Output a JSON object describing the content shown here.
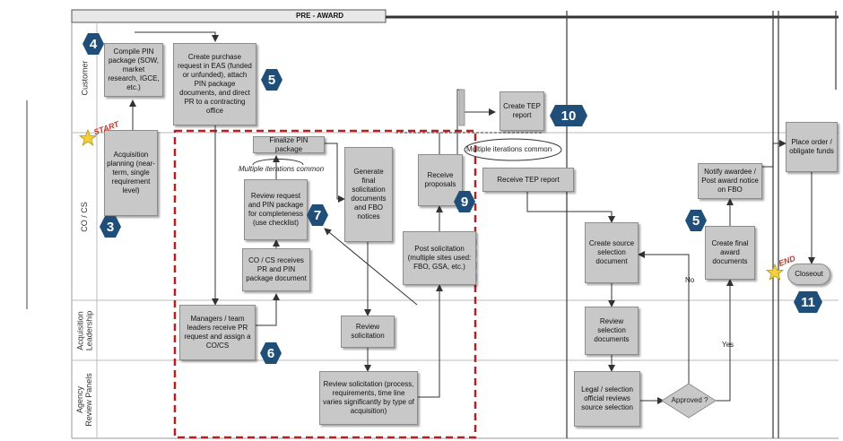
{
  "header": {
    "phase": "PRE - AWARD"
  },
  "lanes": [
    {
      "id": "customer",
      "label": "Customer"
    },
    {
      "id": "cocs",
      "label": "CO / CS"
    },
    {
      "id": "leadership",
      "label": "Acquisition\nLeadership"
    },
    {
      "id": "panels",
      "label": "Agency\nReview Panels"
    }
  ],
  "boxes": {
    "compile_pin": "Compile PIN package (SOW, market research, IGCE, etc.)",
    "create_pr": "Create purchase request in EAS (funded or unfunded), attach PIN package documents, and direct PR to a contracting office",
    "acq_planning": "Acquisition planning (near-term, single requirement level)",
    "finalize_pin": "Finalize PIN package",
    "review_request": "Review request and PIN package for completeness (use checklist)",
    "co_receives": "CO / CS receives PR and PIN package document",
    "managers": "Managers / team leaders receive PR request and assign a CO/CS",
    "generate_final": "Generate final solicitation documents and FBO notices",
    "review_solicitation_lead": "Review solicitation",
    "review_solicitation_panel": "Review solicitation (process, requirements, time line varies significantly by type of acquisition)",
    "receive_proposals": "Receive proposals",
    "post_solicitation": "Post solicitation (multiple sites used: FBO, GSA, etc.)",
    "create_tep": "Create TEP report",
    "receive_tep": "Receive TEP report",
    "create_source": "Create source selection document",
    "review_selection": "Review selection documents",
    "legal_selection": "Legal / selection official reviews source selection",
    "approved": "Approved ?",
    "notify_awardee": "Notify awardee / Post award notice on FBO",
    "create_final_award": "Create final award documents",
    "place_order": "Place order / obligate funds",
    "closeout": "Closeout"
  },
  "notes": {
    "multi_iter_1": "Multiple iterations common",
    "multi_iter_2": "Multiple iterations common",
    "no": "No",
    "yes": "Yes",
    "start": "START",
    "end": "END"
  },
  "step_numbers": {
    "n4": "4",
    "n5a": "5",
    "n3": "3",
    "n7": "7",
    "n6": "6",
    "n9": "9",
    "n10": "10",
    "n5b": "5",
    "n11": "11"
  },
  "colors": {
    "box_fill": "#c8c8c8",
    "hexagon": "#1f4e79",
    "dashed_region": "#b22222",
    "star": "#f4d03f"
  }
}
